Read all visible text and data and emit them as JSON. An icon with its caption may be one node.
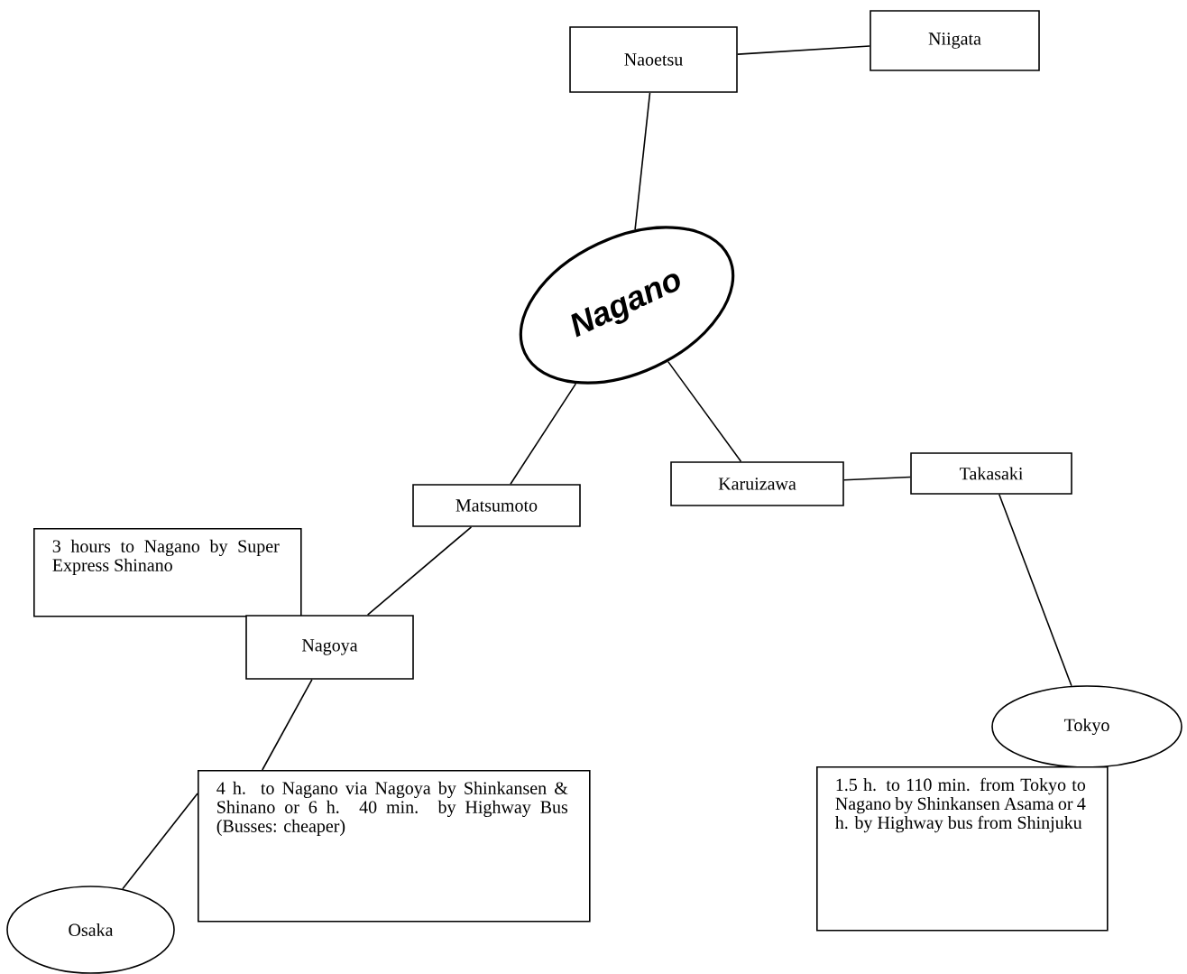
{
  "diagram": {
    "nodes": [
      {
        "text": [
          "Naoetsu"
        ]
      },
      {
        "text": [
          "Niigata"
        ]
      },
      {
        "text": [
          "Nagano"
        ]
      },
      {
        "text": [
          "Matsumoto"
        ]
      },
      {
        "text": [
          "Karuizawa"
        ]
      },
      {
        "text": [
          "Takasaki"
        ]
      },
      {
        "text": [
          "3 hours to Nagano by Super Express Shinano"
        ]
      },
      {
        "text": [
          "Nagoya"
        ]
      },
      {
        "text": [
          "Tokyo"
        ]
      },
      {
        "text": [
          "4 h. to Nagano via Nagoya by Shinkansen & Shinano or 6 h. 40 min. by Highway Bus (Busses: cheaper)"
        ]
      },
      {
        "text": [
          "1.5 h. to 110 min. from Tokyo to Nagano by Shinkansen Asama or 4 h. by Highway bus from Shinjuku"
        ]
      },
      {
        "text": [
          "Osaka"
        ]
      }
    ],
    "edges": [
      {
        "from": 0,
        "to": 1,
        "arrow": "none"
      },
      {
        "from": 0,
        "to": 2,
        "arrow": "none"
      },
      {
        "from": 2,
        "to": 3,
        "arrow": "none"
      },
      {
        "from": 2,
        "to": 4,
        "arrow": "none"
      },
      {
        "from": 4,
        "to": 5,
        "arrow": "none"
      },
      {
        "from": 5,
        "to": 8,
        "arrow": "none"
      },
      {
        "from": 3,
        "to": 7,
        "arrow": "none"
      },
      {
        "from": 7,
        "to": 9,
        "arrow": "none"
      },
      {
        "from": 9,
        "to": 11,
        "arrow": "none"
      }
    ]
  }
}
